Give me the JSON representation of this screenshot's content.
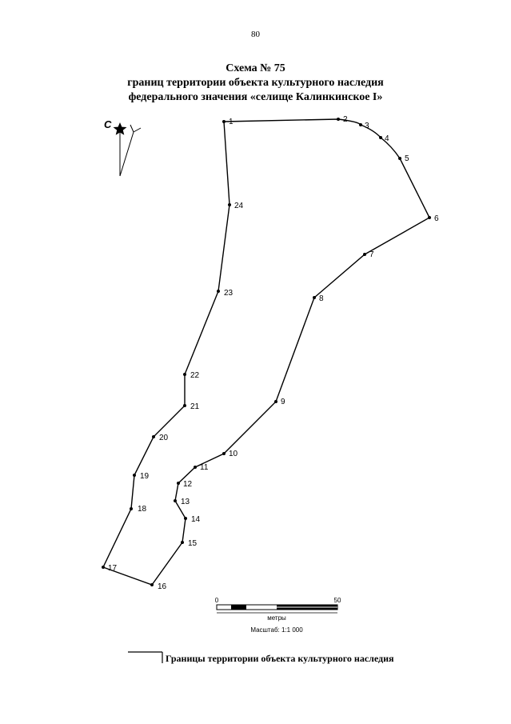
{
  "page": {
    "number": "80"
  },
  "title": {
    "line1": "Схема № 75",
    "line2": "границ территории объекта культурного наследия",
    "line3": "федерального значения «селище Калинкинское I»"
  },
  "north": {
    "letter": "С",
    "icon": "north-star-icon"
  },
  "boundary": {
    "color": "#000000",
    "points": [
      "1",
      "2",
      "3",
      "4",
      "5",
      "6",
      "7",
      "8",
      "9",
      "10",
      "11",
      "12",
      "13",
      "14",
      "15",
      "16",
      "17",
      "18",
      "19",
      "20",
      "21",
      "22",
      "23",
      "24"
    ]
  },
  "scale": {
    "start": "0",
    "end": "50",
    "unit": "метры",
    "ratio": "Масштаб: 1:1 000"
  },
  "legend": {
    "label": "Границы территории объекта культурного наследия"
  }
}
